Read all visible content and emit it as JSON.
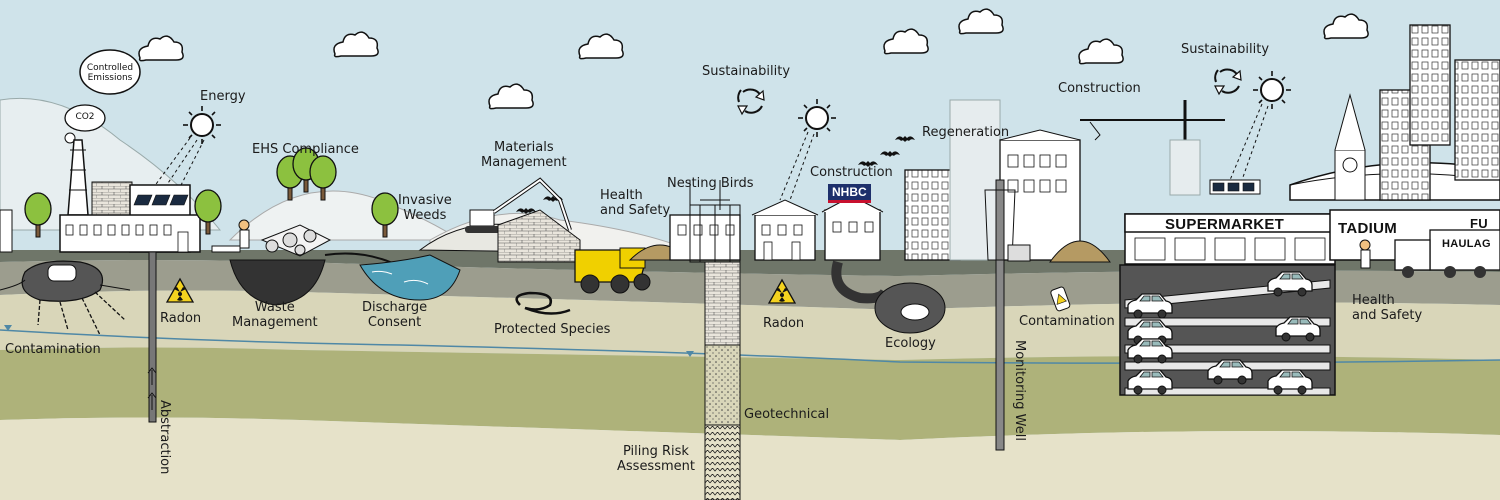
{
  "labels": {
    "energy": "Energy",
    "controlled_emissions": "Controlled\nEmissions",
    "co2": "CO2",
    "ehs_compliance": "EHS Compliance",
    "invasive_weeds": "Invasive\nWeeds",
    "materials_management": "Materials\nManagement",
    "health_and_safety_1": "Health\nand Safety",
    "nesting_birds": "Nesting Birds",
    "sustainability_1": "Sustainability",
    "construction_1": "Construction",
    "regeneration": "Regeneration",
    "construction_2": "Construction",
    "sustainability_2": "Sustainability",
    "radon_1": "Radon",
    "waste_management": "Waste\nManagement",
    "discharge_consent": "Discharge\nConsent",
    "protected_species": "Protected Species",
    "radon_2": "Radon",
    "ecology": "Ecology",
    "contamination_1": "Contamination",
    "contamination_2": "Contamination",
    "health_and_safety_2": "Health\nand Safety",
    "abstraction": "Abstraction",
    "geotechnical": "Geotechnical",
    "piling_risk_assessment": "Piling Risk\nAssessment",
    "monitoring_well": "Monitoring Well"
  },
  "signs": {
    "nhbc": "NHBC",
    "supermarket": "SUPERMARKET",
    "stadium": "TADIUM",
    "fu": "FU",
    "haulage": "HAULAG"
  },
  "colors": {
    "sky": "#cfe3ea",
    "topsoil": "#6f7669",
    "soil_mid": "#9c9d8e",
    "soil_tan": "#d9d6b9",
    "aquifer_green": "#aeb27a",
    "bedrock": "#e6e2c9",
    "water_line": "#4f88a6"
  },
  "icons": [
    "sun-icon",
    "cloud-icon",
    "radiation-warning-icon",
    "recycle-icon",
    "bat-icon",
    "tree-icon",
    "car-icon",
    "crane-icon",
    "truck-icon"
  ]
}
